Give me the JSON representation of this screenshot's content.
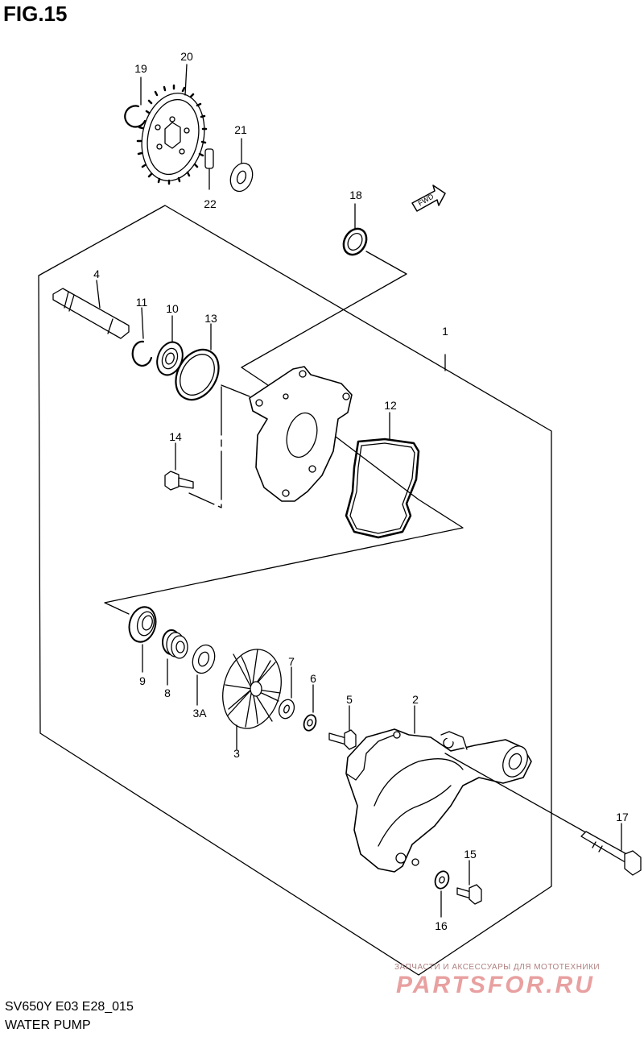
{
  "figure": {
    "title": "FIG.15"
  },
  "callouts": {
    "c19": "19",
    "c20": "20",
    "c21": "21",
    "c22": "22",
    "c18": "18",
    "c4": "4",
    "c11": "11",
    "c10": "10",
    "c13": "13",
    "c1": "1",
    "c12": "12",
    "c14": "14",
    "c9": "9",
    "c8": "8",
    "c3A": "3A",
    "c3": "3",
    "c7": "7",
    "c6": "6",
    "c5": "5",
    "c2": "2",
    "c17": "17",
    "c15": "15",
    "c16": "16"
  },
  "fwd_label": "FWD",
  "footer": {
    "code": "SV650Y E03 E28_015",
    "title": "WATER PUMP"
  },
  "watermark": {
    "tagline": "ЗАПЧАСТИ И АКСЕССУАРЫ ДЛЯ МОТОТЕХНИКИ",
    "brand": "PARTSFOR.RU"
  },
  "colors": {
    "line": "#000000",
    "background": "#ffffff",
    "watermark": "#e8a0a0"
  }
}
